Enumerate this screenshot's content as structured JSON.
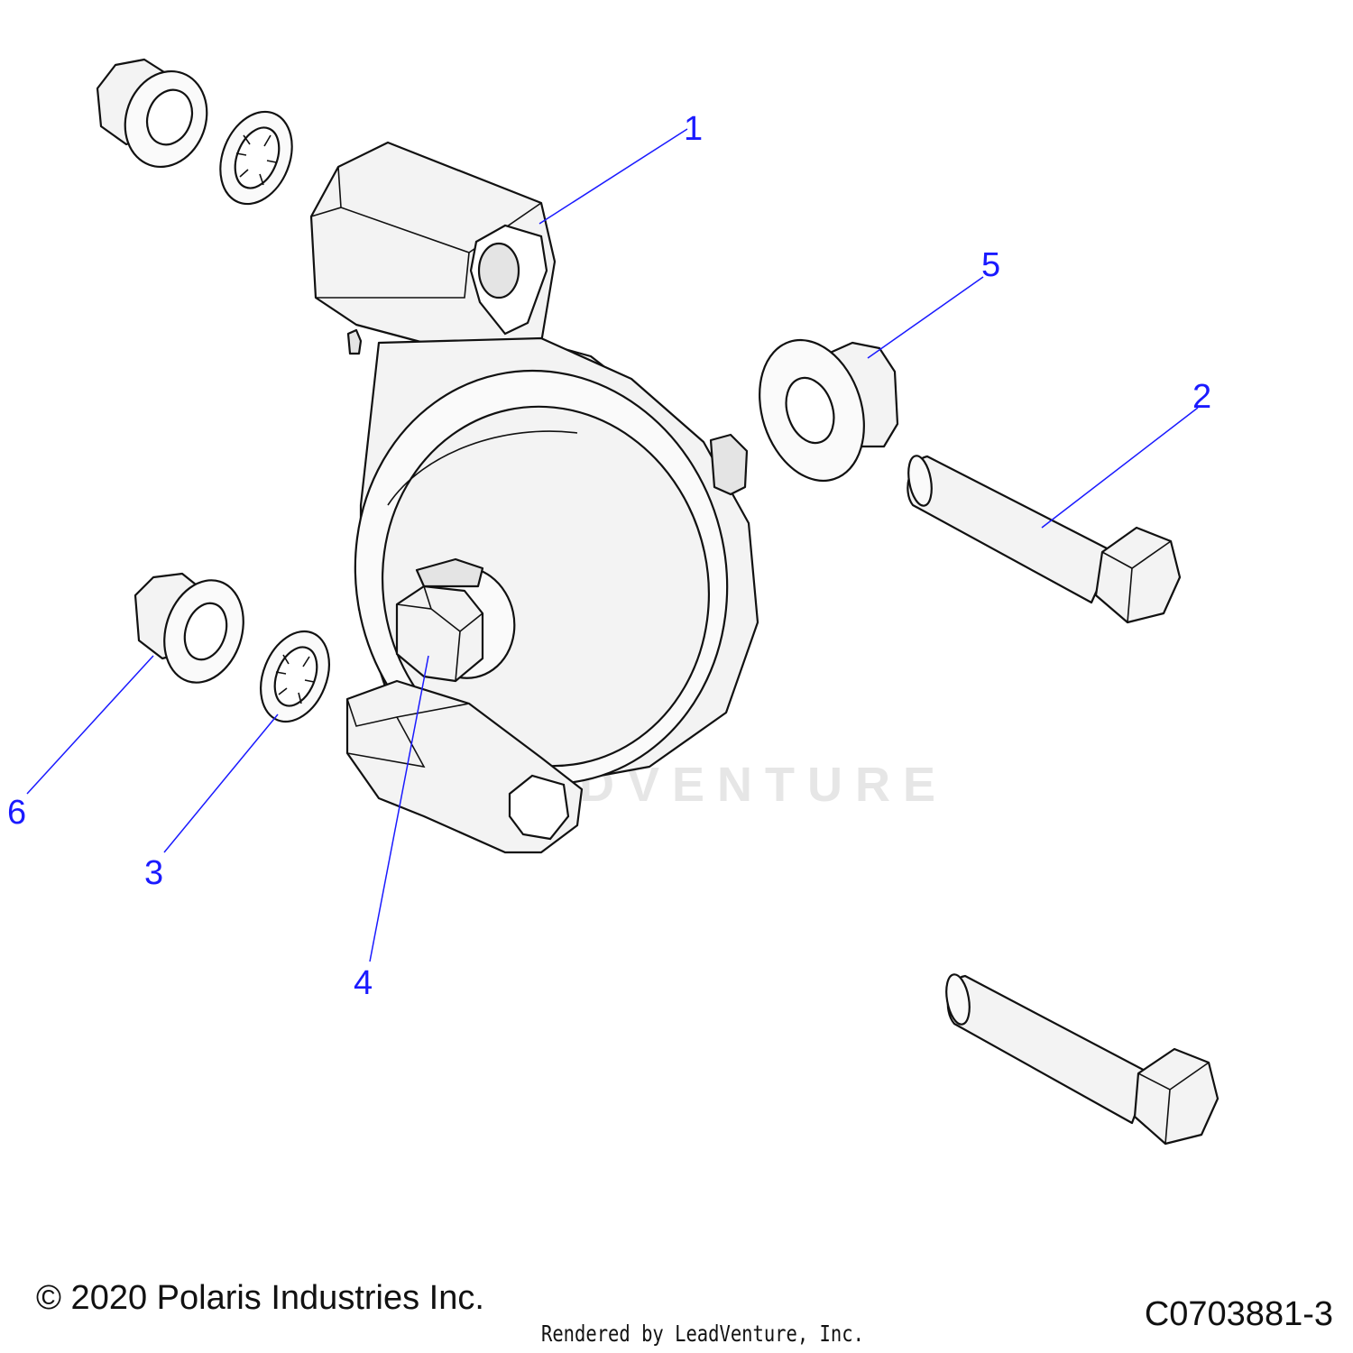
{
  "callouts": {
    "c1": "1",
    "c2": "2",
    "c3": "3",
    "c4": "4",
    "c5": "5",
    "c6": "6"
  },
  "watermark": "LEADVENTURE",
  "footer": {
    "copyright": "© 2020 Polaris Industries Inc.",
    "figure_code": "C0703881-3",
    "rendered_by": "Rendered by LeadVenture, Inc."
  },
  "colors": {
    "callout": "#1a1aff",
    "part_fill": "#f3f3f3",
    "outline": "#111111"
  }
}
